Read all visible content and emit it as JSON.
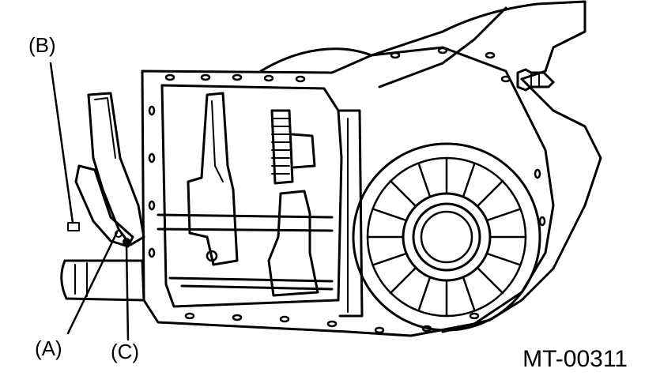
{
  "labels": {
    "a": "(A)",
    "b": "(B)",
    "c": "(C)"
  },
  "figure_id": "MT-00311",
  "colors": {
    "ink": "#000000",
    "paper": "#ffffff"
  }
}
